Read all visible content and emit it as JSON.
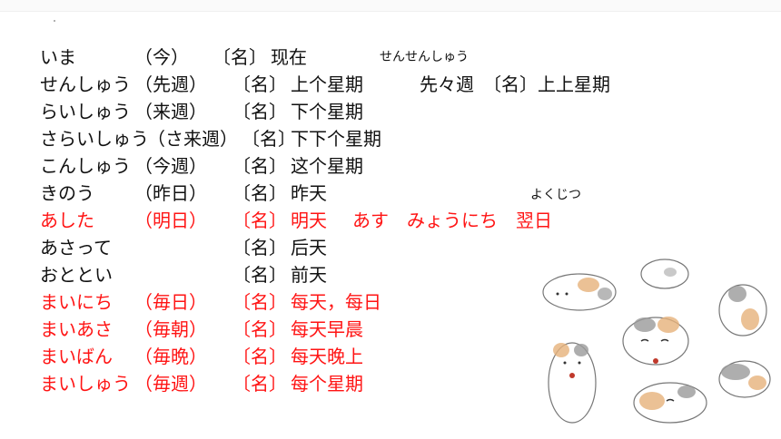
{
  "furigana": {
    "senshu": "せんせんしゅう",
    "yokujitsu": "よくじつ"
  },
  "rows": [
    {
      "kana": "いま",
      "kanji": "（今）",
      "pos": "〔名〕",
      "meaning": "现在",
      "extra": "",
      "color": "#111111"
    },
    {
      "kana": "せんしゅう",
      "kanji": "（先週）",
      "pos": "〔名〕",
      "meaning": "上个星期",
      "extra": "先々週　〔名〕上上星期",
      "color": "#111111"
    },
    {
      "kana": "らいしゅう",
      "kanji": "（来週）",
      "pos": "〔名〕",
      "meaning": "下个星期",
      "extra": "",
      "color": "#111111"
    },
    {
      "kana": "さらいしゅう",
      "kanji": "（さ来週）",
      "pos": "〔名〕",
      "meaning": "下下个星期",
      "extra": "",
      "color": "#111111"
    },
    {
      "kana": "こんしゅう",
      "kanji": "（今週）",
      "pos": "〔名〕",
      "meaning": "这个星期",
      "extra": "",
      "color": "#111111"
    },
    {
      "kana": "きのう",
      "kanji": "（昨日）",
      "pos": "〔名〕",
      "meaning": "昨天",
      "extra": "",
      "color": "#111111"
    },
    {
      "kana": "あした",
      "kanji": "（明日）",
      "pos": "〔名〕",
      "meaning": "明天",
      "extra": "あす　みょうにち　翌日",
      "color": "#ff1414"
    },
    {
      "kana": "あさって",
      "kanji": "",
      "pos": "〔名〕",
      "meaning": "后天",
      "extra": "",
      "color": "#111111"
    },
    {
      "kana": "おととい",
      "kanji": "",
      "pos": "〔名〕",
      "meaning": "前天",
      "extra": "",
      "color": "#111111"
    },
    {
      "kana": "まいにち",
      "kanji": "（毎日）",
      "pos": "〔名〕",
      "meaning": "每天，每日",
      "extra": "",
      "color": "#ff1414"
    },
    {
      "kana": "まいあさ",
      "kanji": "（毎朝）",
      "pos": "〔名〕",
      "meaning": "每天早晨",
      "extra": "",
      "color": "#ff1414"
    },
    {
      "kana": "まいばん",
      "kanji": "（毎晩）",
      "pos": "〔名〕",
      "meaning": "每天晚上",
      "extra": "",
      "color": "#ff1414"
    },
    {
      "kana": "まいしゅう",
      "kanji": "（毎週）",
      "pos": "〔名〕",
      "meaning": "每个星期",
      "extra": "",
      "color": "#ff1414"
    }
  ],
  "illustration": "cat-stickers-illustration",
  "colors": {
    "text": "#111111",
    "highlight": "#ff1414"
  }
}
